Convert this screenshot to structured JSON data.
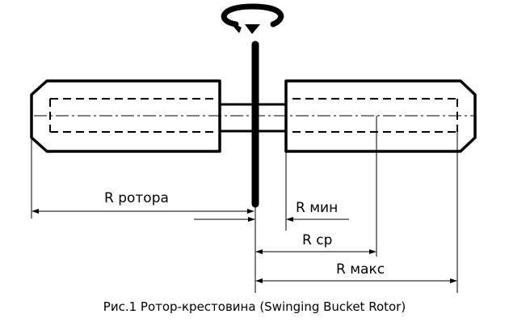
{
  "labels": {
    "r_rotor": "R ротора",
    "r_min": "R мин",
    "r_avg": "R ср",
    "r_max": "R макс"
  },
  "caption": "Рис.1 Ротор-крестовина (Swinging Bucket Rotor)",
  "icons": {
    "rotation": "rotation-arrow-icon"
  },
  "colors": {
    "ink": "#000000",
    "background": "#ffffff"
  }
}
